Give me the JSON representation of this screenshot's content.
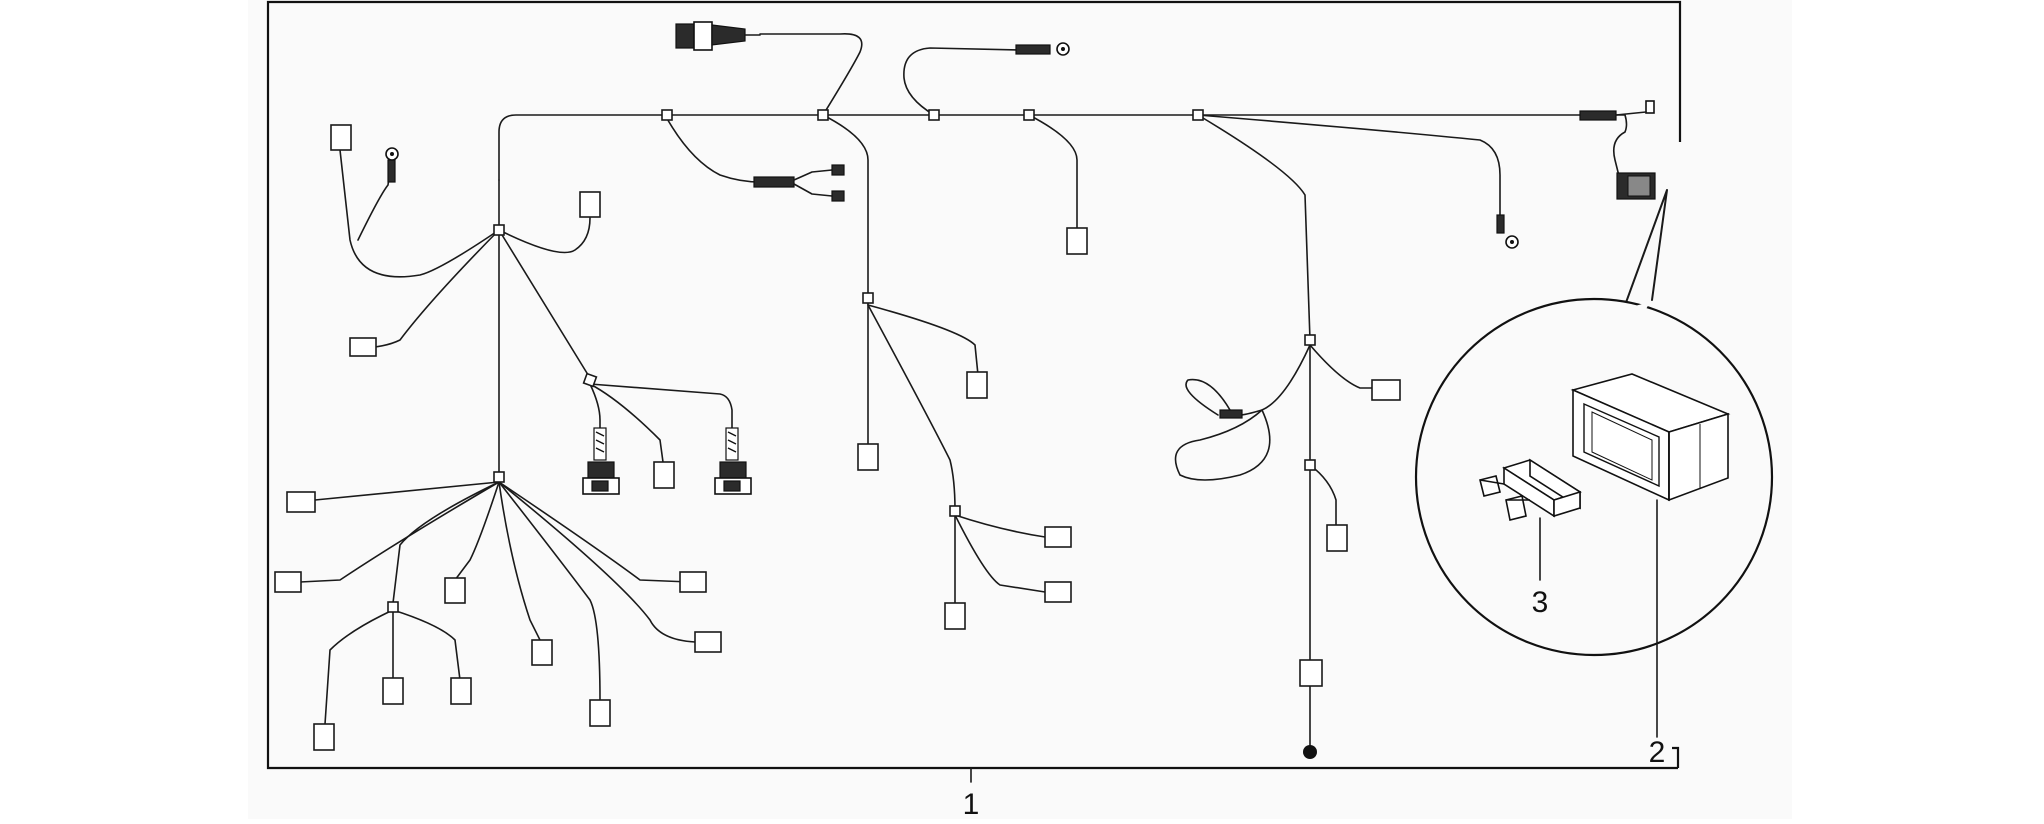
{
  "diagram": {
    "callouts": {
      "harness": "1",
      "fuse_box": "2",
      "fuse": "3"
    }
  },
  "colors": {
    "background": "#fafafa",
    "line": "#1a1a1a"
  }
}
